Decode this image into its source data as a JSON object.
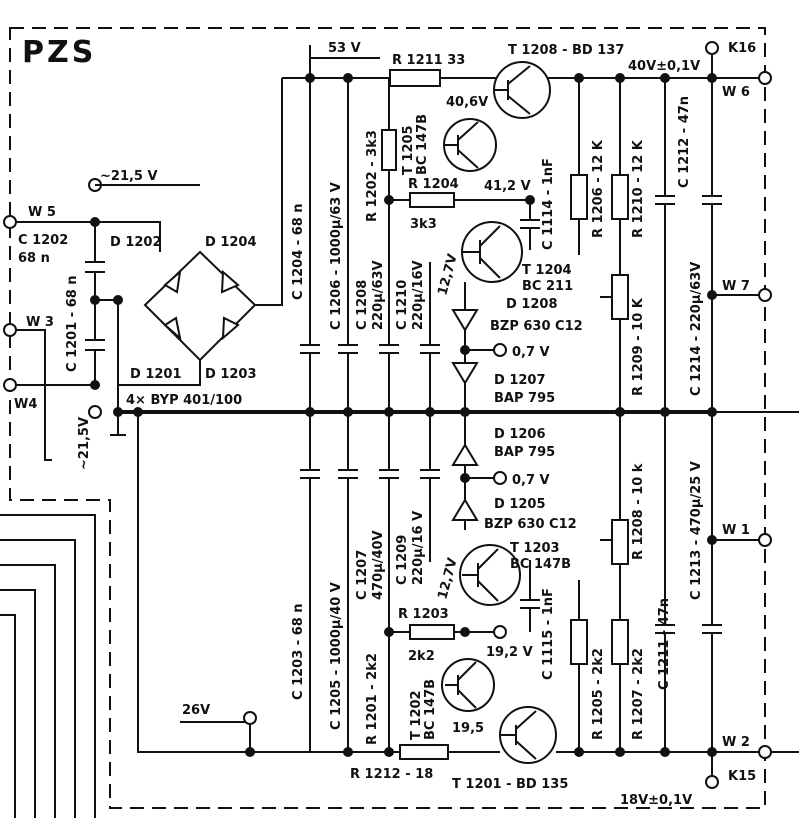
{
  "title": "PZS",
  "labels": {
    "v53": "53 V",
    "r1211": "R 1211  33",
    "t1208": "T 1208 - BD 137",
    "k16": "K16",
    "v40": "40V±0,1V",
    "w6": "W 6",
    "v406": "40,6V",
    "t1205": "T 1205",
    "bc147b": "BC 147B",
    "c1114": "C 1114 - 1nF",
    "r1202": "R 1202 - 3k3",
    "r1206": "R 1206 - 12 K",
    "r1210": "R 1210 - 12 K",
    "c1212": "C 1212 - 47n",
    "v215": "~21,5 V",
    "w5": "W 5",
    "c1202": "C 1202",
    "c1202v": "68 n",
    "d1202": "D 1202",
    "d1204": "D 1204",
    "c1204": "C 1204 - 68 n",
    "c1206": "C 1206 - 1000µ/63 V",
    "c1208": "C 1208",
    "c1208v": "220µ/63V",
    "c1210": "C 1210",
    "c1210v": "220µ/16V",
    "r1204": "R 1204",
    "r1204v": "3k3",
    "v412": "41,2 V",
    "t1204": "T 1204",
    "bc211": "BC 211",
    "v127a": "12,7V",
    "d1208": "D 1208",
    "bzp630": "BZP 630 C12",
    "r1209": "R 1209 - 10 K",
    "c1214": "C 1214 - 220µ/63V",
    "w7": "W 7",
    "w3": "W 3",
    "c1201": "C 1201 - 68 n",
    "d1201": "D 1201",
    "d1203": "D 1203",
    "v07a": "0,7 V",
    "d1207": "D 1207",
    "bap795a": "BAP 795",
    "w4": "W4",
    "v215b": "~21,5V",
    "bridge": "4× BYP 401/100",
    "d1206": "D 1206",
    "bap795b": "BAP 795",
    "r1208": "R 1208 - 10 k",
    "c1213": "C 1213 - 470µ/25 V",
    "v07b": "0,7 V",
    "d1205": "D 1205",
    "bzp630b": "BZP 630 C12",
    "w1": "W 1",
    "c1203": "C 1203 - 68 n",
    "c1205": "C 1205 - 1000µ/40 V",
    "c1207": "C 1207",
    "c1207v": "470µ/40V",
    "c1209": "C 1209",
    "c1209v": "220µ/16 V",
    "v127b": "12,7V",
    "t1203": "T 1203",
    "bc147b2": "BC 147B",
    "c1211": "C 1211 - 47n",
    "r1203": "R 1203",
    "r1203v": "2k2",
    "v192": "19,2 V",
    "c1115": "C 1115 - 1nF",
    "r1205": "R 1205 - 2k2",
    "r1207": "R 1207 - 2k2",
    "v26": "26V",
    "r1201": "R 1201 - 2k2",
    "t1202": "T 1202",
    "bc147b3": "BC 147B",
    "v195": "19,5",
    "w2": "W 2",
    "r1212": "R 1212 - 18",
    "t1201": "T 1201 - BD 135",
    "k15": "K15",
    "v18": "18V±0,1V"
  }
}
